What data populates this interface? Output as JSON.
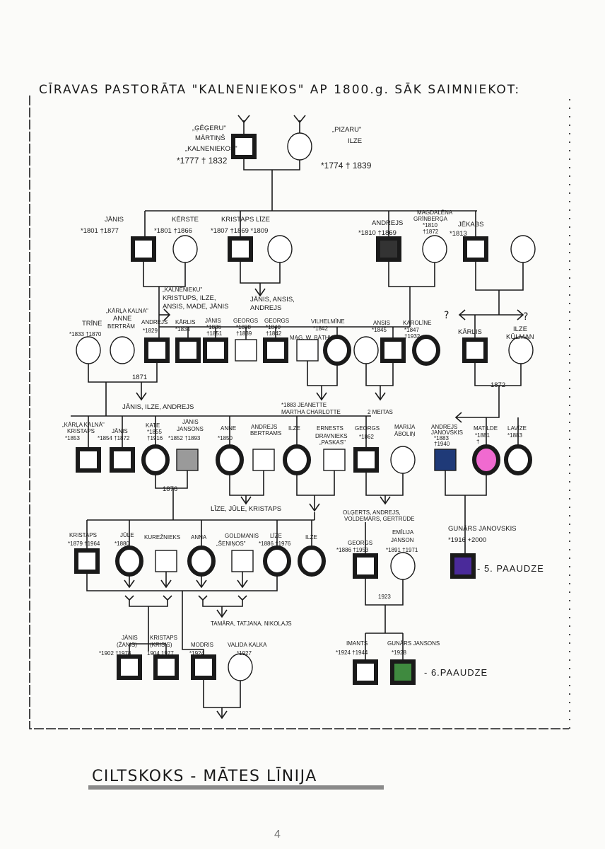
{
  "title": "CĪRAVAS PASTORĀTA \"KALNENIEKOS\" AP 1800.g. SĀK SAIMNIEKOT:",
  "footer_title": "CILTSKOKS - MĀTES LĪNIJA",
  "page_number": "4",
  "colors": {
    "ink": "#1a1a1a",
    "andrejs_g2": "#333333",
    "jansons_grey": "#9a9a9a",
    "andrejs_blue": "#1f3a78",
    "matilde_pink": "#f06ad0",
    "gunars_purple": "#4a2a9a",
    "gunars_green": "#3f8a3f"
  },
  "gen1": {
    "martins": [
      "„ĢĒĢERU\"",
      "MĀRTIŅŠ",
      "„KALNENIEKOS\"",
      "*1777 † 1832"
    ],
    "ilze": [
      "„PIZARU\"",
      "ILZE",
      "*1774 † 1839"
    ]
  },
  "gen2": {
    "janis": [
      "JĀNIS",
      "*1801 †1877"
    ],
    "kerste": [
      "KĒRSTE",
      "*1801 †1866"
    ],
    "kristaps_lize": [
      "KRISTAPS LĪZE",
      "*1807 †1869 *1809"
    ],
    "andrejs": [
      "ANDREJS",
      "*1810 †1869"
    ],
    "magdalena": [
      "MAGDALĒNA",
      "GRĪNBERĢA",
      "*1810",
      "†1872"
    ],
    "jekabs": [
      "JĒKABS",
      "*1813"
    ]
  },
  "gen2_children": {
    "kalnenieku": [
      "„KALNENIEKU\"",
      "KRISTUPS, ILZE,",
      "ANSIS, MADE, JĀNIS"
    ],
    "kristaps": [
      "JĀNIS, ANSIS,",
      "ANDREJS"
    ]
  },
  "gen3": {
    "karla_kalna": "„KĀRĻA KALNA\"",
    "trine": [
      "TRĪNE",
      "*1833 †1870"
    ],
    "anne": [
      "ANNE",
      "BERTRĀM"
    ],
    "andrejs": [
      "ANDREJS",
      "*1829"
    ],
    "karlis": [
      "KĀRLIS",
      "*1834"
    ],
    "janis": [
      "JĀNIS",
      "*1836",
      "†1851"
    ],
    "georgs1": [
      "GEORGS",
      "*1838",
      "†1839"
    ],
    "georgs2": [
      "GEORGS",
      "*1840",
      "†1842"
    ],
    "bathig": "MAG. W. BĀTHIG",
    "vilhelmine": [
      "VILHELMĪNE",
      "*1842"
    ],
    "ansis": [
      "ANSIS",
      "*1845"
    ],
    "karoline": [
      "KAROLĪNE",
      "*1847",
      "†1932"
    ],
    "karlis2": "KĀRLIS",
    "ilze_kulman": [
      "ILZE",
      "KŪLMAN"
    ],
    "unknown": "?"
  },
  "gen3_children": {
    "year_1871": "1871",
    "andrejs": "JĀNIS, ILZE, ANDREJS",
    "jeanette": [
      "*1883 JEANETTE",
      "MARTHA CHARLOTTE"
    ],
    "meitas": "2 MEITAS",
    "year_1872": "1872"
  },
  "gen4": {
    "kristaps": [
      "„KĀRĻA KALNĀ\"",
      "KRISTAPS",
      "*1853"
    ],
    "janis": [
      "JĀNIS",
      "*1854 †1872"
    ],
    "kate": [
      "KATE",
      "*1855",
      "†1916"
    ],
    "janis_jansons": [
      "JĀNIS",
      "JANSONS",
      "*1852 †1893"
    ],
    "anne": [
      "ANNE",
      "*1850"
    ],
    "andrejs_bertrams": [
      "ANDREJS",
      "BERTRAMS"
    ],
    "ilze": "ILZE",
    "ernests": [
      "ERNESTS",
      "DRAVNIEKS",
      "„PASKAS\""
    ],
    "georgs": [
      "GEORGS",
      "*1862"
    ],
    "marija": [
      "MARIJA",
      "ĀBOLIŅ"
    ],
    "andrejs_janovskis": [
      "ANDREJS",
      "JANOVSKIS",
      "*1883",
      "†1940"
    ],
    "matilde": [
      "MATILDE",
      "*1881",
      "†"
    ],
    "lavize": [
      "LAVĪZE",
      "*1883"
    ]
  },
  "gen4_children": {
    "year_1876": "1876",
    "anne": "LĪZE, JŪLE, KRISTAPS",
    "georgs": [
      "OLĢERTS, ANDREJS,",
      "VOLDEMĀRS, GERTRŪDE"
    ]
  },
  "gen5": {
    "kristaps": [
      "KRISTAPS",
      "*1879 †1964"
    ],
    "jule": [
      "JŪLE",
      "*1880"
    ],
    "kureznieks": "KUREŽNIEKS",
    "anna": "ANNA",
    "goldmanis": [
      "GOLDMANIS",
      "„ŠENIŅOS\""
    ],
    "lize": [
      "LĪZE",
      "*1886 †1976"
    ],
    "ilze": "ILZE",
    "georgs": [
      "GEORGS",
      "*1886 †1953"
    ],
    "emilija": [
      "EMĪLIJA",
      "JANSON",
      "*1891 †1971"
    ],
    "gunars": [
      "GUNĀRS JANOVSKIS",
      "*1916  +2000"
    ],
    "generation": "- 5. PAAUDZE"
  },
  "gen5_children": {
    "tamara": "TAMĀRA, TATJANA, NIKOLAJS",
    "year_1923": "1923"
  },
  "gen6": {
    "janis": [
      "JĀNIS",
      "(ŽANIS)",
      "*1902 †1978"
    ],
    "kristaps": [
      "KRISTAPS",
      "(KRISIS)",
      "1904 1977"
    ],
    "modris": [
      "MODRIS",
      "*1924"
    ],
    "valida": [
      "VALIDA KALKA",
      "*1927"
    ],
    "imants": [
      "IMANTS",
      "*1924 †1944"
    ],
    "gunars": [
      "GUNĀRS JANSONS",
      "*1928"
    ],
    "generation": "- 6.PAAUDZE"
  }
}
